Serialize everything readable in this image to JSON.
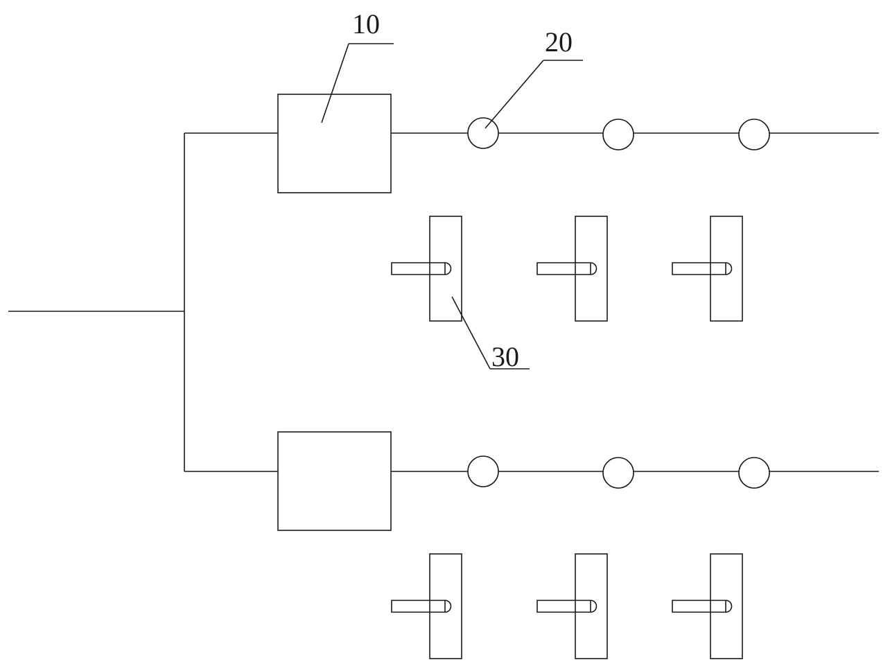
{
  "labels": {
    "callout_10": "10",
    "callout_20": "20",
    "callout_30": "30"
  },
  "colors": {
    "line": "#1a1a1a",
    "background": "#ffffff"
  }
}
